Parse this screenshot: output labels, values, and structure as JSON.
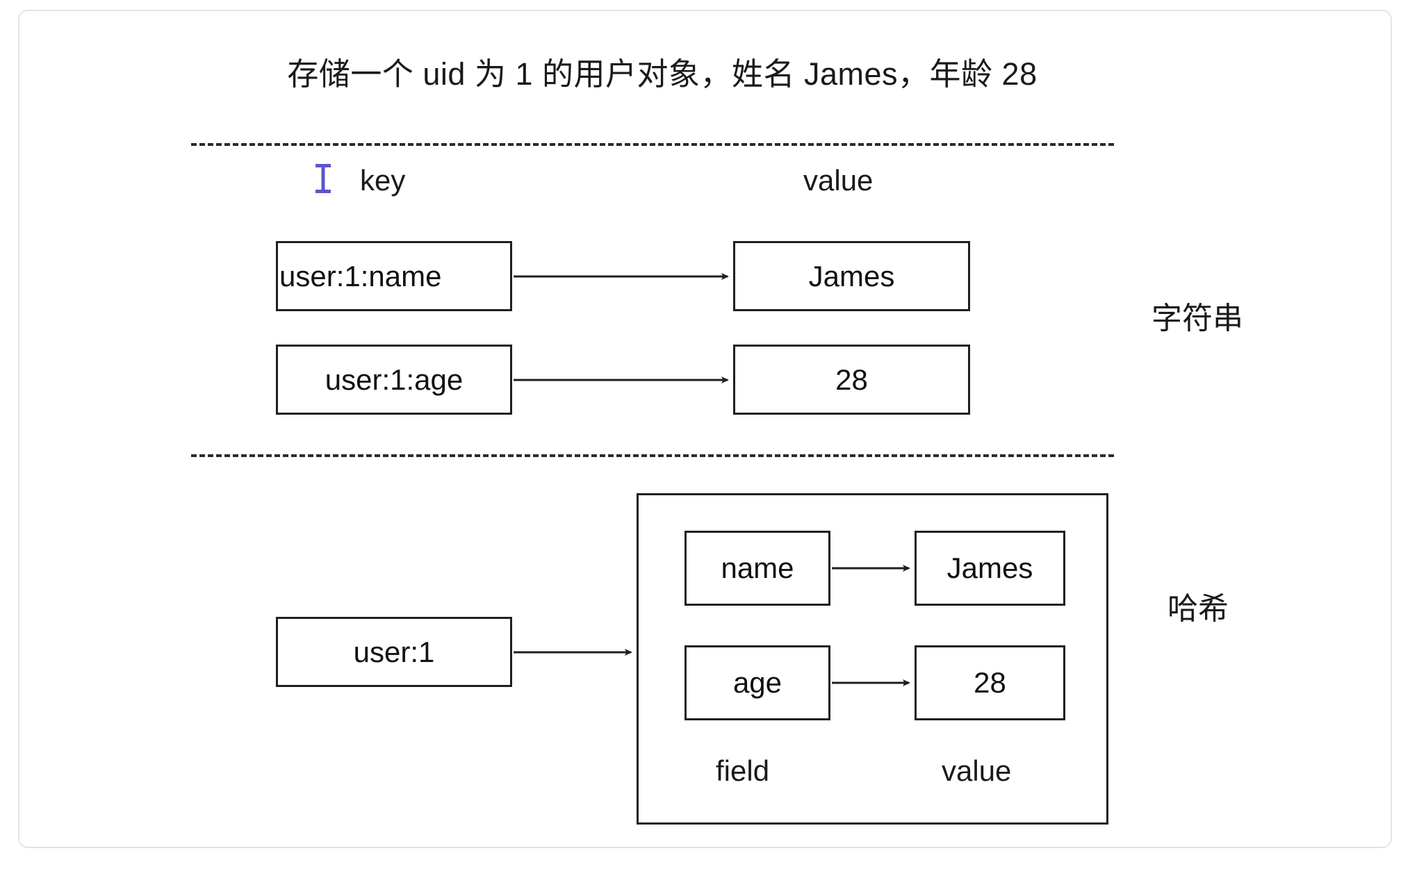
{
  "diagram": {
    "title": "存储一个 uid 为 1 的用户对象，姓名 James，年龄 28",
    "columns": {
      "key_label": "key",
      "value_label": "value"
    },
    "cursor_icon": "i-beam-text-cursor",
    "cursor_color": "#5b57c8",
    "string_section": {
      "type_label": "字符串",
      "rows": [
        {
          "key": "user:1:name",
          "value": "James"
        },
        {
          "key": "user:1:age",
          "value": "28"
        }
      ]
    },
    "hash_section": {
      "type_label": "哈希",
      "key": "user:1",
      "field_caption": "field",
      "value_caption": "value",
      "entries": [
        {
          "field": "name",
          "value": "James"
        },
        {
          "field": "age",
          "value": "28"
        }
      ]
    },
    "colors": {
      "card_border": "#e3e3e5",
      "box_border": "#1f1f1f",
      "text": "#1a1a1a",
      "divider": "#2b2b2b",
      "background": "#ffffff"
    }
  }
}
